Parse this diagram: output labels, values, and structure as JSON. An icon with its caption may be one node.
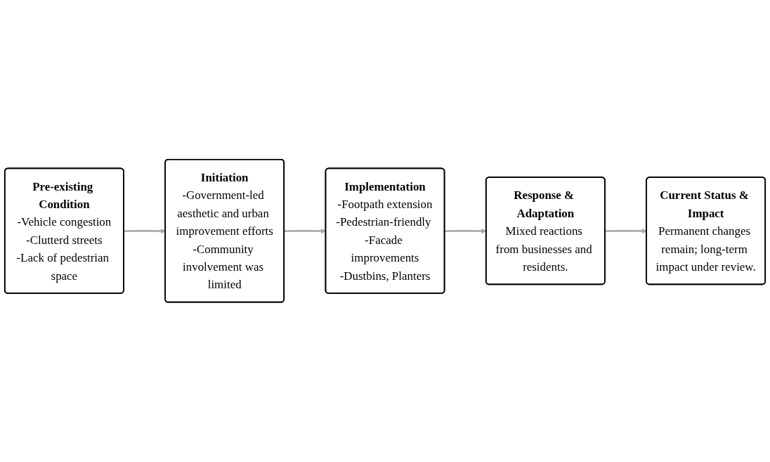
{
  "diagram": {
    "nodes": [
      {
        "text": [
          "Pre-existing Condition",
          "-Vehicle congestion",
          "-Clutterd streets",
          "-Lack of pedestrian space"
        ]
      },
      {
        "text": [
          "Initiation",
          "-Government-led aesthetic and urban improvement efforts",
          "-Community involvement was limited"
        ]
      },
      {
        "text": [
          "Implementation",
          "-Footpath extension",
          "-Pedestrian-friendly -Facade improvements",
          "-Dustbins, Planters"
        ]
      },
      {
        "text": [
          "Response & Adaptation",
          "Mixed reactions from businesses and residents."
        ]
      },
      {
        "text": [
          "Current Status & Impact",
          "Permanent changes remain; long-term impact under review."
        ]
      }
    ],
    "edges": [
      {
        "from": 0,
        "to": 1,
        "arrow": "to"
      },
      {
        "from": 1,
        "to": 2,
        "arrow": "to"
      },
      {
        "from": 2,
        "to": 3,
        "arrow": "to"
      },
      {
        "from": 3,
        "to": 4,
        "arrow": "to"
      }
    ]
  }
}
